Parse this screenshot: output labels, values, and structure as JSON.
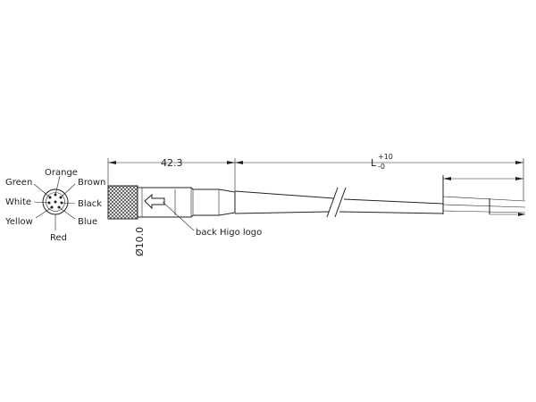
{
  "pinout": {
    "labels": {
      "orange": "Orange",
      "green": "Green",
      "brown": "Brown",
      "white": "White",
      "black": "Black",
      "yellow": "Yellow",
      "blue": "Blue",
      "red": "Red"
    }
  },
  "dimensions": {
    "connector_length": "42.3",
    "cable_length": "L",
    "tolerance_upper": "+10",
    "tolerance_lower": "-0",
    "diameter": "Ø10.0"
  },
  "callouts": {
    "logo": "back Higo logo"
  }
}
